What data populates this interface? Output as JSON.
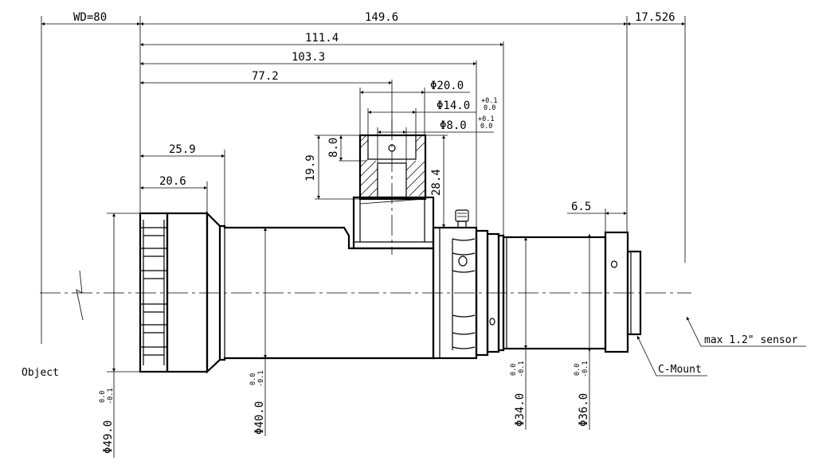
{
  "labels": {
    "wd": "WD=80",
    "total_length": "149.6",
    "back_focal": "17.526",
    "len_111": "111.4",
    "len_103": "103.3",
    "len_77": "77.2",
    "len_25": "25.9",
    "len_20": "20.6",
    "dia_20": "Φ20.0",
    "dia_14": "Φ14.0",
    "dia_14_tol_upper": "+0.1",
    "dia_14_tol_lower": "0.0",
    "dia_8": "Φ8.0",
    "dia_8_tol_upper": "+0.1",
    "dia_8_tol_lower": "0.0",
    "h_19": "19.9",
    "h_8": "8.0",
    "h_28": "28.4",
    "len_6": "6.5",
    "object": "Object",
    "sensor": "max 1.2\" sensor",
    "mount": "C-Mount",
    "dia_49": "Φ49.0",
    "dia_49_tol_upper": "0.0",
    "dia_49_tol_lower": "-0.1",
    "dia_40": "Φ40.0",
    "dia_40_tol_upper": "0.0",
    "dia_40_tol_lower": "-0.1",
    "dia_34": "Φ34.0",
    "dia_34_tol_upper": "0.0",
    "dia_34_tol_lower": "-0.1",
    "dia_36": "Φ36.0",
    "dia_36_tol_upper": "0.0",
    "dia_36_tol_lower": "-0.1"
  }
}
